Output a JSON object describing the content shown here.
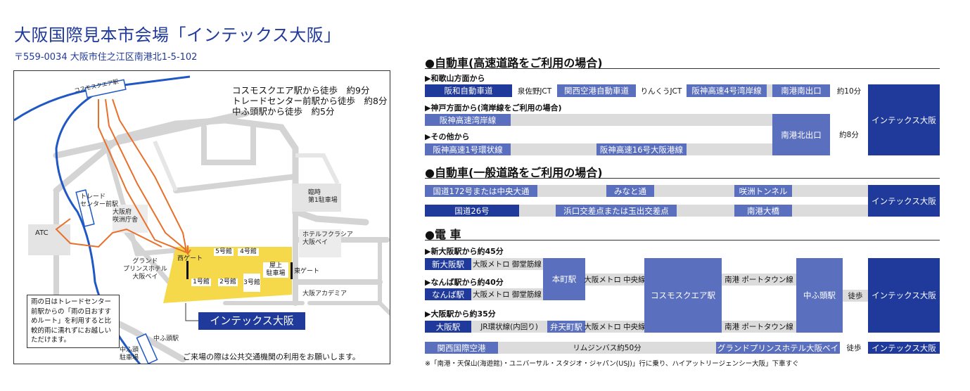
{
  "title": "大阪国際見本市会場「インテックス大阪」",
  "address": "〒559-0034 大阪市住之江区南港北1-5-102",
  "map": {
    "access_lines": [
      "コスモスクエア駅から徒歩　約9分",
      "トレードセンター前駅から徒歩　約8分",
      "中ふ頭駅から徒歩　約5分"
    ],
    "station_cosmo": "コスモスクエア駅",
    "station_trade": "トレード\nセンター前駅",
    "station_nakafuto": "中ふ頭駅",
    "nakafuto_parking": "中ふ頭\n駐車場",
    "atc": "ATC",
    "sakishima": "大阪府\n咲洲庁舎",
    "grand_prince": "グランド\nプリンスホテル\n大阪ベイ",
    "hyatt": "ホテルフクラシア\n大阪ベイ",
    "academia": "大阪アカデミア",
    "temp_parking": "臨時\n第1駐車場",
    "west_gate": "西ゲート",
    "east_gate": "東ゲート",
    "hall1": "1号館",
    "hall2": "2号館",
    "hall3": "3号館",
    "hall4": "4号館",
    "hall5": "5号館",
    "rooftop": "屋上\n駐車場",
    "rain_note": "雨の日はトレードセンター前駅からの「雨の日おすすめルート」を利用すると比較的雨に濡れずにお越しいただけます。",
    "venue": "インテックス大阪",
    "notice": "ご来場の際は公共交通機関の利用をお願いします。"
  },
  "car_highway": {
    "heading": "●自動車(高速道路をご利用の場合)",
    "from_wakayama": "▶和歌山方面から",
    "hanwa": "阪和自動車道",
    "izumisano": "泉佐野JCT",
    "kanku_exp": "関西空港自動車道",
    "rinku": "りんくうJCT",
    "hanshin4": "阪神高速4号湾岸線",
    "nanko_south": "南港南出口",
    "min10": "約10分",
    "from_kobe": "▶神戸方面から(湾岸線をご利用の場合)",
    "hanshin_wangan": "阪神高速湾岸線",
    "from_other": "▶その他から",
    "hanshin1": "阪神高速1号環状線",
    "hanshin16": "阪神高速16号大阪港線",
    "nanko_north": "南港北出口",
    "min8": "約8分",
    "dest": "インテックス大阪"
  },
  "car_general": {
    "heading": "●自動車(一般道路をご利用の場合)",
    "route172": "国道172号または中央大通",
    "minato": "みなと通",
    "sakishima_tunnel": "咲洲トンネル",
    "route26": "国道26号",
    "hamaguchi": "浜口交差点または玉出交差点",
    "nanko_bridge": "南港大橋",
    "dest": "インテックス大阪"
  },
  "train": {
    "heading": "●電 車",
    "from_shinosaka": "▶新大阪駅から約45分",
    "shinosaka": "新大阪駅",
    "midosuji1": "大阪メトロ 御堂筋線",
    "from_namba": "▶なんば駅から約40分",
    "namba": "なんば駅",
    "midosuji2": "大阪メトロ 御堂筋線",
    "from_osaka": "▶大阪駅から約35分",
    "osaka": "大阪駅",
    "jr_loop": "JR環状線(内回り)",
    "bentencho": "弁天町駅",
    "chuo_from_bentencho": "大阪メトロ 中央線",
    "honmachi": "本町駅",
    "chuo_from_honmachi": "大阪メトロ 中央線",
    "cosmo": "コスモスクエア駅",
    "porttown1": "南港 ポートタウン線",
    "porttown2": "南港 ポートタウン線",
    "nakafuto": "中ふ頭駅",
    "walk": "徒歩",
    "dest": "インテックス大阪"
  },
  "airport": {
    "kix": "関西国際空港",
    "limousine": "リムジンバス約50分",
    "grand_prince": "グランドプリンスホテル大阪ベイ",
    "walk": "徒歩",
    "dest": "インテックス大阪"
  },
  "footnote": "※「南港・天保山(海遊館)・ユニバーサル・スタジオ・ジャパン(USJ)」行に乗り、ハイアットリージェンシー大阪」下車すぐ",
  "colors": {
    "navy": "#1f3a9a",
    "light_blue": "#5a6fbe",
    "gray_bar": "#dcdcdc",
    "orange_route": "#e8702a",
    "road": "#d9d9d9",
    "venue_yellow": "#f6d94a"
  }
}
